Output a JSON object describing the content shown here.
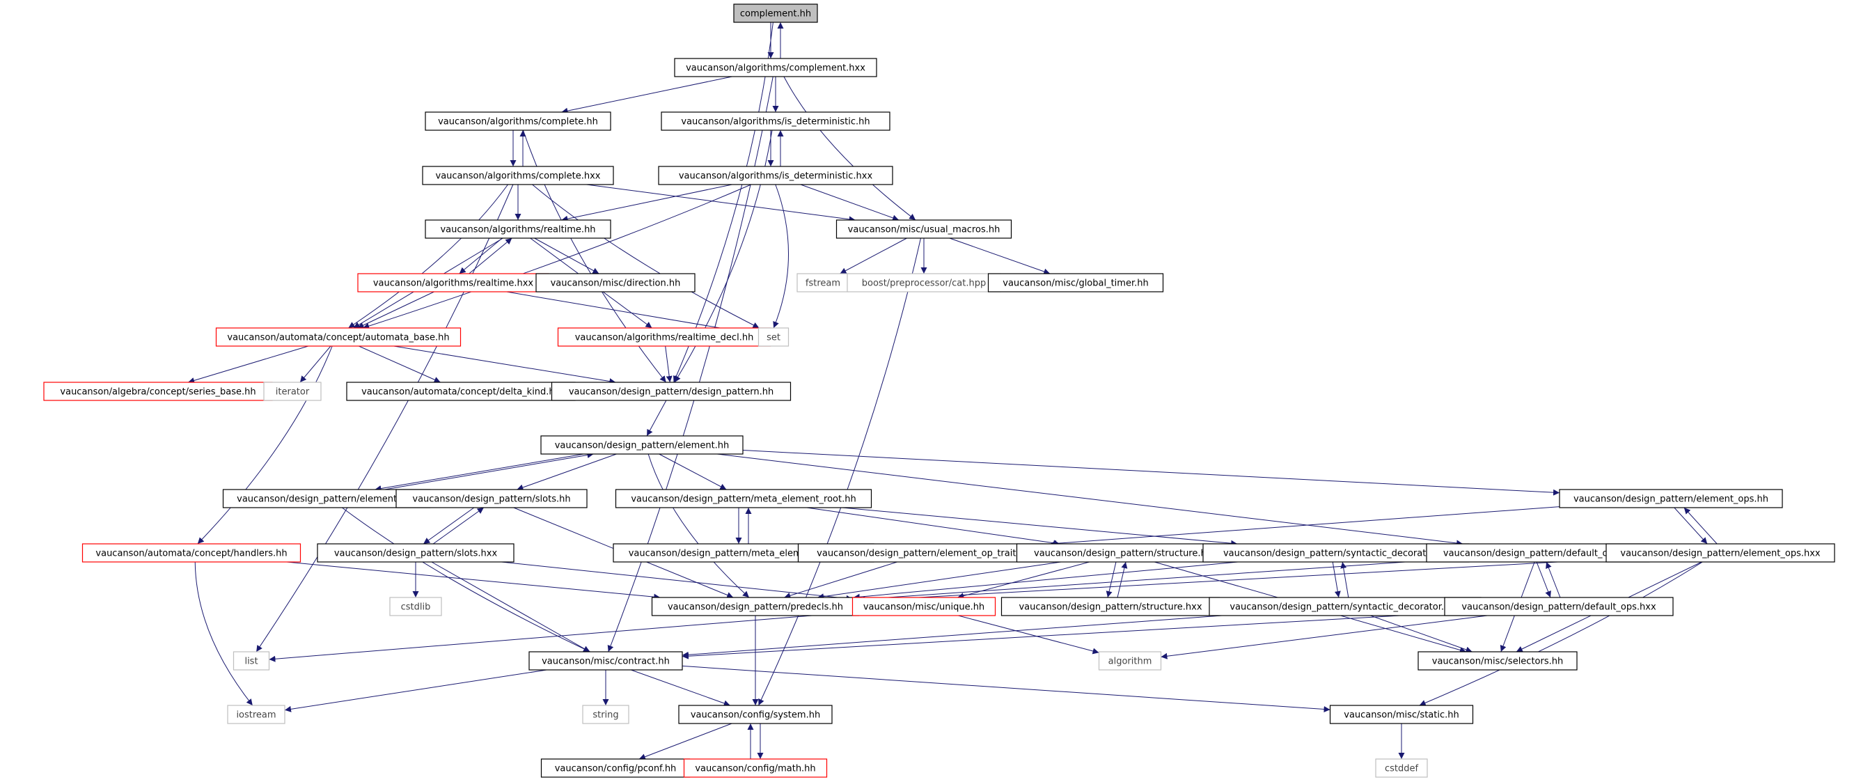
{
  "graph": {
    "nodes": [
      {
        "id": "n_complement_hh",
        "label": "complement.hh",
        "style": "root"
      },
      {
        "id": "n_complement_hxx",
        "label": "vaucanson/algorithms/complement.hxx",
        "style": "normal"
      },
      {
        "id": "n_complete_hh",
        "label": "vaucanson/algorithms/complete.hh",
        "style": "normal"
      },
      {
        "id": "n_isdet_hh",
        "label": "vaucanson/algorithms/is_deterministic.hh",
        "style": "normal"
      },
      {
        "id": "n_complete_hxx",
        "label": "vaucanson/algorithms/complete.hxx",
        "style": "normal"
      },
      {
        "id": "n_isdet_hxx",
        "label": "vaucanson/algorithms/is_deterministic.hxx",
        "style": "normal"
      },
      {
        "id": "n_realtime_hh",
        "label": "vaucanson/algorithms/realtime.hh",
        "style": "normal"
      },
      {
        "id": "n_usual_macros",
        "label": "vaucanson/misc/usual_macros.hh",
        "style": "normal"
      },
      {
        "id": "n_realtime_hxx",
        "label": "vaucanson/algorithms/realtime.hxx",
        "style": "red"
      },
      {
        "id": "n_direction",
        "label": "vaucanson/misc/direction.hh",
        "style": "normal"
      },
      {
        "id": "n_fstream",
        "label": "fstream",
        "style": "gray"
      },
      {
        "id": "n_boost_cat",
        "label": "boost/preprocessor/cat.hpp",
        "style": "gray"
      },
      {
        "id": "n_global_timer",
        "label": "vaucanson/misc/global_timer.hh",
        "style": "normal"
      },
      {
        "id": "n_automata_base",
        "label": "vaucanson/automata/concept/automata_base.hh",
        "style": "red"
      },
      {
        "id": "n_realtime_decl",
        "label": "vaucanson/algorithms/realtime_decl.hh",
        "style": "red"
      },
      {
        "id": "n_set",
        "label": "set",
        "style": "gray"
      },
      {
        "id": "n_series_base",
        "label": "vaucanson/algebra/concept/series_base.hh",
        "style": "red"
      },
      {
        "id": "n_iterator",
        "label": "iterator",
        "style": "gray"
      },
      {
        "id": "n_delta_kind",
        "label": "vaucanson/automata/concept/delta_kind.hh",
        "style": "normal"
      },
      {
        "id": "n_design_pattern",
        "label": "vaucanson/design_pattern/design_pattern.hh",
        "style": "normal"
      },
      {
        "id": "n_element_hh",
        "label": "vaucanson/design_pattern/element.hh",
        "style": "normal"
      },
      {
        "id": "n_element_hxx",
        "label": "vaucanson/design_pattern/element.hxx",
        "style": "normal"
      },
      {
        "id": "n_slots_hh",
        "label": "vaucanson/design_pattern/slots.hh",
        "style": "normal"
      },
      {
        "id": "n_meta_root_hh",
        "label": "vaucanson/design_pattern/meta_element_root.hh",
        "style": "normal"
      },
      {
        "id": "n_element_ops_hh",
        "label": "vaucanson/design_pattern/element_ops.hh",
        "style": "normal"
      },
      {
        "id": "n_handlers",
        "label": "vaucanson/automata/concept/handlers.hh",
        "style": "red"
      },
      {
        "id": "n_slots_hxx",
        "label": "vaucanson/design_pattern/slots.hxx",
        "style": "normal"
      },
      {
        "id": "n_meta_root_hxx",
        "label": "vaucanson/design_pattern/meta_element_root.hxx",
        "style": "normal"
      },
      {
        "id": "n_op_traits",
        "label": "vaucanson/design_pattern/element_op_traits.hh",
        "style": "normal"
      },
      {
        "id": "n_structure_hh",
        "label": "vaucanson/design_pattern/structure.hh",
        "style": "normal"
      },
      {
        "id": "n_syntactic_hh",
        "label": "vaucanson/design_pattern/syntactic_decorator.hh",
        "style": "normal"
      },
      {
        "id": "n_default_ops_hh",
        "label": "vaucanson/design_pattern/default_ops.hh",
        "style": "normal"
      },
      {
        "id": "n_element_ops_hxx",
        "label": "vaucanson/design_pattern/element_ops.hxx",
        "style": "normal"
      },
      {
        "id": "n_cstdlib",
        "label": "cstdlib",
        "style": "gray"
      },
      {
        "id": "n_predecls",
        "label": "vaucanson/design_pattern/predecls.hh",
        "style": "normal"
      },
      {
        "id": "n_unique",
        "label": "vaucanson/misc/unique.hh",
        "style": "red"
      },
      {
        "id": "n_structure_hxx",
        "label": "vaucanson/design_pattern/structure.hxx",
        "style": "normal"
      },
      {
        "id": "n_syntactic_hxx",
        "label": "vaucanson/design_pattern/syntactic_decorator.hxx",
        "style": "normal"
      },
      {
        "id": "n_default_ops_hxx",
        "label": "vaucanson/design_pattern/default_ops.hxx",
        "style": "normal"
      },
      {
        "id": "n_list",
        "label": "list",
        "style": "gray"
      },
      {
        "id": "n_contract",
        "label": "vaucanson/misc/contract.hh",
        "style": "normal"
      },
      {
        "id": "n_algorithm",
        "label": "algorithm",
        "style": "gray"
      },
      {
        "id": "n_selectors",
        "label": "vaucanson/misc/selectors.hh",
        "style": "normal"
      },
      {
        "id": "n_iostream",
        "label": "iostream",
        "style": "gray"
      },
      {
        "id": "n_string",
        "label": "string",
        "style": "gray"
      },
      {
        "id": "n_system",
        "label": "vaucanson/config/system.hh",
        "style": "normal"
      },
      {
        "id": "n_static",
        "label": "vaucanson/misc/static.hh",
        "style": "normal"
      },
      {
        "id": "n_pconf",
        "label": "vaucanson/config/pconf.hh",
        "style": "normal"
      },
      {
        "id": "n_math",
        "label": "vaucanson/config/math.hh",
        "style": "red"
      },
      {
        "id": "n_cstddef",
        "label": "cstddef",
        "style": "gray"
      }
    ],
    "edges": [
      [
        "n_complement_hh",
        "n_complement_hxx"
      ],
      [
        "n_complement_hh",
        "n_design_pattern"
      ],
      [
        "n_complement_hxx",
        "n_complement_hh"
      ],
      [
        "n_complement_hxx",
        "n_complete_hh"
      ],
      [
        "n_complement_hxx",
        "n_isdet_hh"
      ],
      [
        "n_complement_hxx",
        "n_usual_macros"
      ],
      [
        "n_complement_hxx",
        "n_contract"
      ],
      [
        "n_complete_hh",
        "n_complete_hxx"
      ],
      [
        "n_complete_hh",
        "n_design_pattern"
      ],
      [
        "n_complete_hxx",
        "n_complete_hh"
      ],
      [
        "n_complete_hxx",
        "n_realtime_hh"
      ],
      [
        "n_complete_hxx",
        "n_usual_macros"
      ],
      [
        "n_complete_hxx",
        "n_automata_base"
      ],
      [
        "n_complete_hxx",
        "n_set"
      ],
      [
        "n_complete_hxx",
        "n_list"
      ],
      [
        "n_isdet_hh",
        "n_isdet_hxx"
      ],
      [
        "n_isdet_hh",
        "n_design_pattern"
      ],
      [
        "n_isdet_hxx",
        "n_isdet_hh"
      ],
      [
        "n_isdet_hxx",
        "n_realtime_hh"
      ],
      [
        "n_isdet_hxx",
        "n_usual_macros"
      ],
      [
        "n_isdet_hxx",
        "n_automata_base"
      ],
      [
        "n_isdet_hxx",
        "n_set"
      ],
      [
        "n_realtime_hh",
        "n_realtime_hxx"
      ],
      [
        "n_realtime_hh",
        "n_direction"
      ],
      [
        "n_realtime_hh",
        "n_automata_base"
      ],
      [
        "n_realtime_hh",
        "n_realtime_decl"
      ],
      [
        "n_realtime_hxx",
        "n_realtime_hh"
      ],
      [
        "n_realtime_hxx",
        "n_automata_base"
      ],
      [
        "n_realtime_hxx",
        "n_set"
      ],
      [
        "n_usual_macros",
        "n_fstream"
      ],
      [
        "n_usual_macros",
        "n_boost_cat"
      ],
      [
        "n_usual_macros",
        "n_global_timer"
      ],
      [
        "n_usual_macros",
        "n_system"
      ],
      [
        "n_automata_base",
        "n_series_base"
      ],
      [
        "n_automata_base",
        "n_iterator"
      ],
      [
        "n_automata_base",
        "n_delta_kind"
      ],
      [
        "n_automata_base",
        "n_design_pattern"
      ],
      [
        "n_automata_base",
        "n_handlers"
      ],
      [
        "n_realtime_decl",
        "n_design_pattern"
      ],
      [
        "n_design_pattern",
        "n_element_hh"
      ],
      [
        "n_element_hh",
        "n_element_hxx"
      ],
      [
        "n_element_hh",
        "n_slots_hh"
      ],
      [
        "n_element_hh",
        "n_meta_root_hh"
      ],
      [
        "n_element_hh",
        "n_element_ops_hh"
      ],
      [
        "n_element_hh",
        "n_default_ops_hh"
      ],
      [
        "n_element_hh",
        "n_predecls"
      ],
      [
        "n_element_hxx",
        "n_element_hh"
      ],
      [
        "n_element_hxx",
        "n_contract"
      ],
      [
        "n_slots_hh",
        "n_slots_hxx"
      ],
      [
        "n_slots_hh",
        "n_predecls"
      ],
      [
        "n_slots_hxx",
        "n_slots_hh"
      ],
      [
        "n_slots_hxx",
        "n_cstdlib"
      ],
      [
        "n_slots_hxx",
        "n_contract"
      ],
      [
        "n_slots_hxx",
        "n_unique"
      ],
      [
        "n_meta_root_hh",
        "n_meta_root_hxx"
      ],
      [
        "n_meta_root_hh",
        "n_structure_hh"
      ],
      [
        "n_meta_root_hh",
        "n_syntactic_hh"
      ],
      [
        "n_meta_root_hxx",
        "n_meta_root_hh"
      ],
      [
        "n_element_ops_hh",
        "n_element_ops_hxx"
      ],
      [
        "n_element_ops_hh",
        "n_op_traits"
      ],
      [
        "n_element_ops_hxx",
        "n_element_ops_hh"
      ],
      [
        "n_element_ops_hxx",
        "n_predecls"
      ],
      [
        "n_element_ops_hxx",
        "n_selectors"
      ],
      [
        "n_element_ops_hxx",
        "n_static"
      ],
      [
        "n_handlers",
        "n_predecls"
      ],
      [
        "n_handlers",
        "n_iostream"
      ],
      [
        "n_op_traits",
        "n_predecls"
      ],
      [
        "n_structure_hh",
        "n_structure_hxx"
      ],
      [
        "n_structure_hh",
        "n_predecls"
      ],
      [
        "n_structure_hh",
        "n_unique"
      ],
      [
        "n_structure_hh",
        "n_selectors"
      ],
      [
        "n_structure_hxx",
        "n_structure_hh"
      ],
      [
        "n_syntactic_hh",
        "n_syntactic_hxx"
      ],
      [
        "n_syntactic_hh",
        "n_predecls"
      ],
      [
        "n_syntactic_hxx",
        "n_syntactic_hh"
      ],
      [
        "n_syntactic_hxx",
        "n_contract"
      ],
      [
        "n_syntactic_hxx",
        "n_selectors"
      ],
      [
        "n_default_ops_hh",
        "n_default_ops_hxx"
      ],
      [
        "n_default_ops_hh",
        "n_predecls"
      ],
      [
        "n_default_ops_hh",
        "n_selectors"
      ],
      [
        "n_default_ops_hxx",
        "n_default_ops_hh"
      ],
      [
        "n_default_ops_hxx",
        "n_contract"
      ],
      [
        "n_default_ops_hxx",
        "n_algorithm"
      ],
      [
        "n_unique",
        "n_list"
      ],
      [
        "n_unique",
        "n_algorithm"
      ],
      [
        "n_predecls",
        "n_system"
      ],
      [
        "n_contract",
        "n_iostream"
      ],
      [
        "n_contract",
        "n_string"
      ],
      [
        "n_contract",
        "n_system"
      ],
      [
        "n_contract",
        "n_static"
      ],
      [
        "n_system",
        "n_pconf"
      ],
      [
        "n_system",
        "n_math"
      ],
      [
        "n_math",
        "n_system"
      ],
      [
        "n_static",
        "n_cstddef"
      ]
    ]
  },
  "colors": {
    "edge": "#191970",
    "normal_border": "#000000",
    "red_border": "#ff0000",
    "gray_border": "#bfbfbf",
    "root_fill": "#bfbfbf",
    "fill": "#ffffff"
  }
}
